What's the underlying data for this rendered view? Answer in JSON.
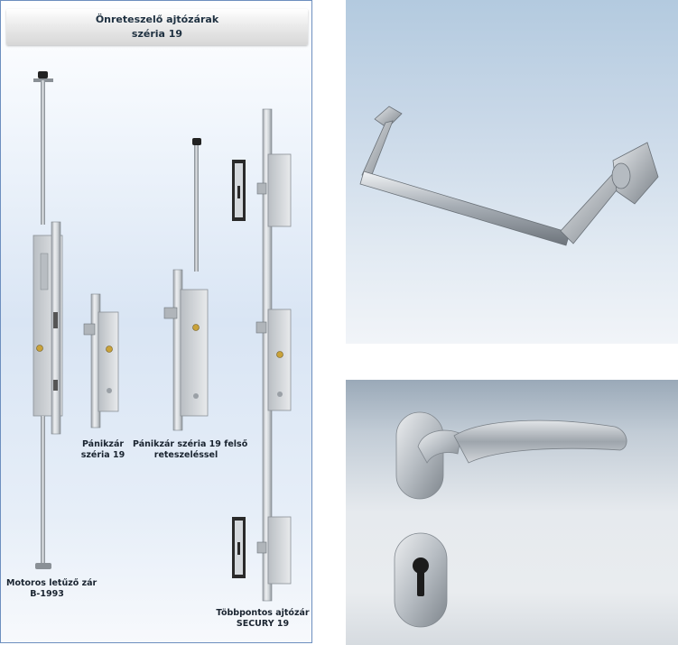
{
  "catalog": {
    "title_line1": "Önreteszelő ajtózárak",
    "title_line2": "széria 19",
    "items": [
      {
        "line1": "Motoros letűző zár",
        "line2": "B-1993"
      },
      {
        "line1": "Pánikzár",
        "line2": "széria 19"
      },
      {
        "line1": "Pánikzár széria 19 felső",
        "line2": "reteszeléssel"
      },
      {
        "line1": "Többpontos ajtózár",
        "line2": "SECURY 19"
      }
    ]
  },
  "colors": {
    "panel_border": "#6d8fbf",
    "metal": "#c9ced4",
    "brass": "#c9a23a"
  }
}
